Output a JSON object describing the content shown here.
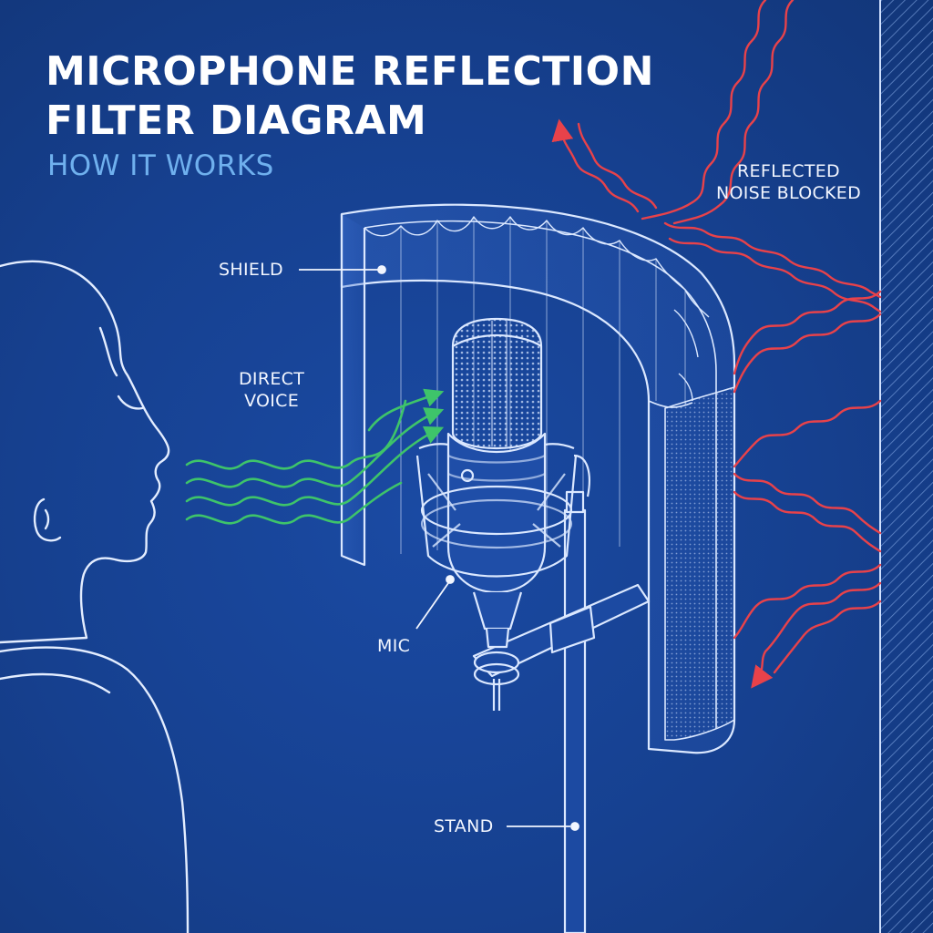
{
  "title": {
    "line1": "MICROPHONE REFLECTION",
    "line2": "FILTER DIAGRAM"
  },
  "subtitle": "HOW IT WORKS",
  "labels": {
    "shield": "SHIELD",
    "direct_voice_line1": "DIRECT",
    "direct_voice_line2": "VOICE",
    "reflected_line1": "REFLECTED",
    "reflected_line2": "NOISE BLOCKED",
    "mic": "MIC",
    "stand": "STAND"
  },
  "colors": {
    "background": "#163f8f",
    "line": "#dbe8ff",
    "voice_waves": "#3ec46a",
    "noise_waves": "#e8424a",
    "subtitle": "#6fb0ee"
  }
}
